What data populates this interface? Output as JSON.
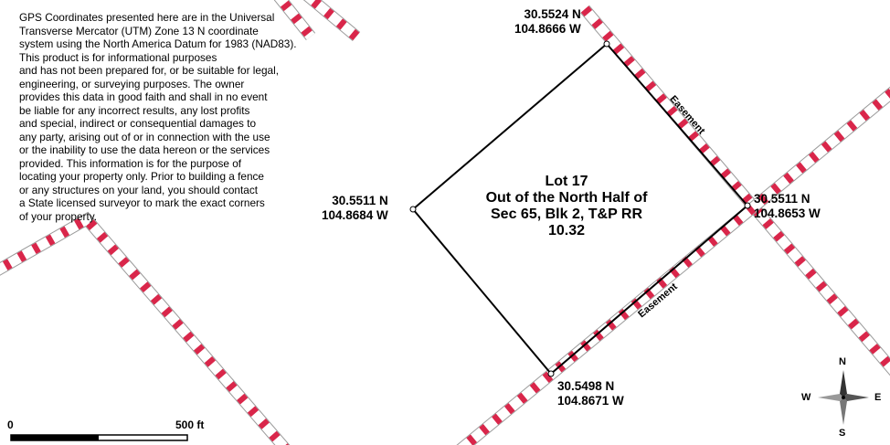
{
  "disclaimer": {
    "lines": [
      "GPS Coordinates presented here are in the Universal",
      "Transverse Mercator (UTM) Zone 13 N coordinate",
      "system using the North America Datum for 1983 (NAD83).",
      "This product is for informational purposes",
      "and has not been prepared for, or be suitable for legal,",
      "engineering, or surveying purposes. The owner",
      "provides this data in good faith and shall in no event",
      "be liable for any incorrect results, any lost profits",
      "and special, indirect or consequential damages to",
      "any party, arising out of or in connection with the use",
      "or the inability to use the data hereon or the services",
      "provided. This information is for the purpose of",
      "locating your property only.  Prior to building a fence",
      "or any structures on your land, you should contact",
      "a State licensed surveyor to mark the exact corners",
      "of your property."
    ]
  },
  "corners": {
    "north": {
      "lat": "30.5524 N",
      "lon": "104.8666 W"
    },
    "west": {
      "lat": "30.5511 N",
      "lon": "104.8684 W"
    },
    "east": {
      "lat": "30.5511 N",
      "lon": "104.8653 W"
    },
    "south": {
      "lat": "30.5498 N",
      "lon": "104.8671 W"
    }
  },
  "lot": {
    "lines": [
      "Lot 17",
      "Out of the North Half of",
      "Sec 65, Blk 2, T&P RR",
      "10.32"
    ]
  },
  "easements": {
    "upper": "Easement",
    "lower": "Easement"
  },
  "scale_bar": {
    "start_label": "0",
    "end_label": "500 ft"
  },
  "compass": {
    "n": "N",
    "s": "S",
    "e": "E",
    "w": "W"
  },
  "colors": {
    "road_stripe": "#d9264a",
    "road_fill": "#ffffff",
    "road_edge": "#9a9a9a",
    "boundary": "#000000"
  }
}
